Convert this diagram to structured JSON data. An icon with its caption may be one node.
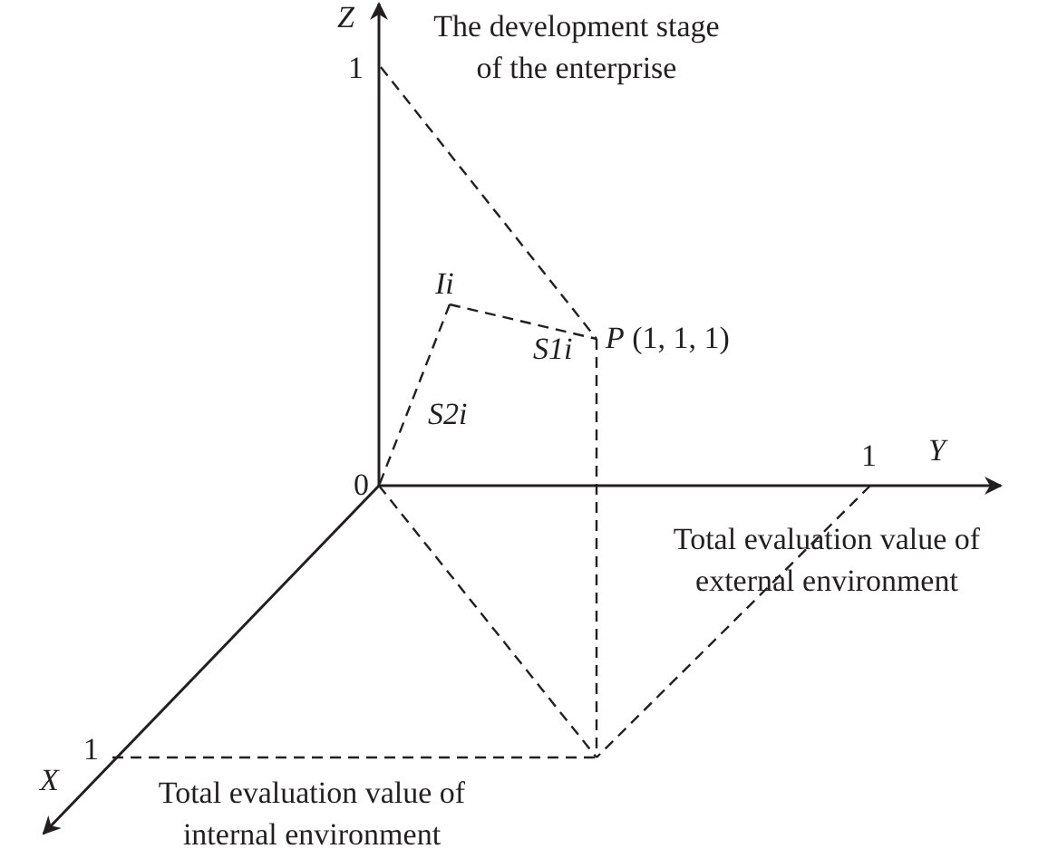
{
  "diagram": {
    "labels": [
      "Z",
      "The development stage of the enterprise",
      "1",
      "Ii",
      "S1i",
      "*P* (1, 1, 1)",
      "S2i",
      "0",
      "1",
      "Y",
      "Total evaluation value of external environment",
      "1",
      "X",
      "Total evaluation value of internal environment"
    ]
  }
}
